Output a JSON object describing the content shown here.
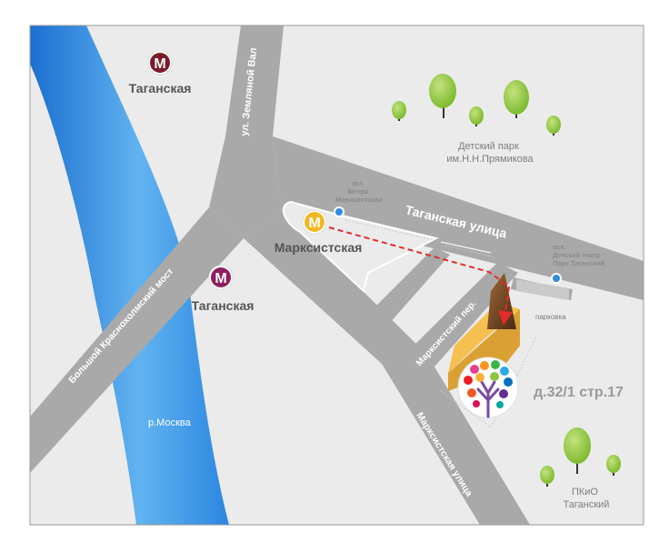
{
  "metro_stations": [
    {
      "label": "Таганская",
      "letter": "М",
      "color": "#7a1c2c"
    },
    {
      "label": "Таганская",
      "letter": "М",
      "color": "#8c1f5e"
    },
    {
      "label": "Марксистская",
      "letter": "М",
      "color": "#f0b823"
    }
  ],
  "streets": {
    "zemlyanoy_val": "ул. Земляной Вал",
    "taganskaya": "Таганская улица",
    "krasnokholmsky": "Большой Краснохолмский мост",
    "marksistsky_per": "Марксистский пер.",
    "marksistskaya_ul": "Марксистская улица"
  },
  "bus_stops": [
    {
      "lines": [
        "ост.",
        "Метро",
        "Марксистская"
      ]
    },
    {
      "lines": [
        "ост.",
        "Детский театр",
        "Парк Таганский"
      ]
    }
  ],
  "parks": {
    "children_park": [
      "Детский парк",
      "им.Н.Н.Прямикова"
    ],
    "pkio": [
      "ПКиО",
      "Таганский"
    ]
  },
  "parking_label": "парковка",
  "river_label": "р.Москва",
  "address": "д.32/1 стр.17",
  "colors": {
    "road": "#a9a9a9",
    "river": "#2f8be0",
    "block": "#ebebeb",
    "building": "#f1b340",
    "route": "#e42b2b",
    "tree": "#8cc63f"
  }
}
